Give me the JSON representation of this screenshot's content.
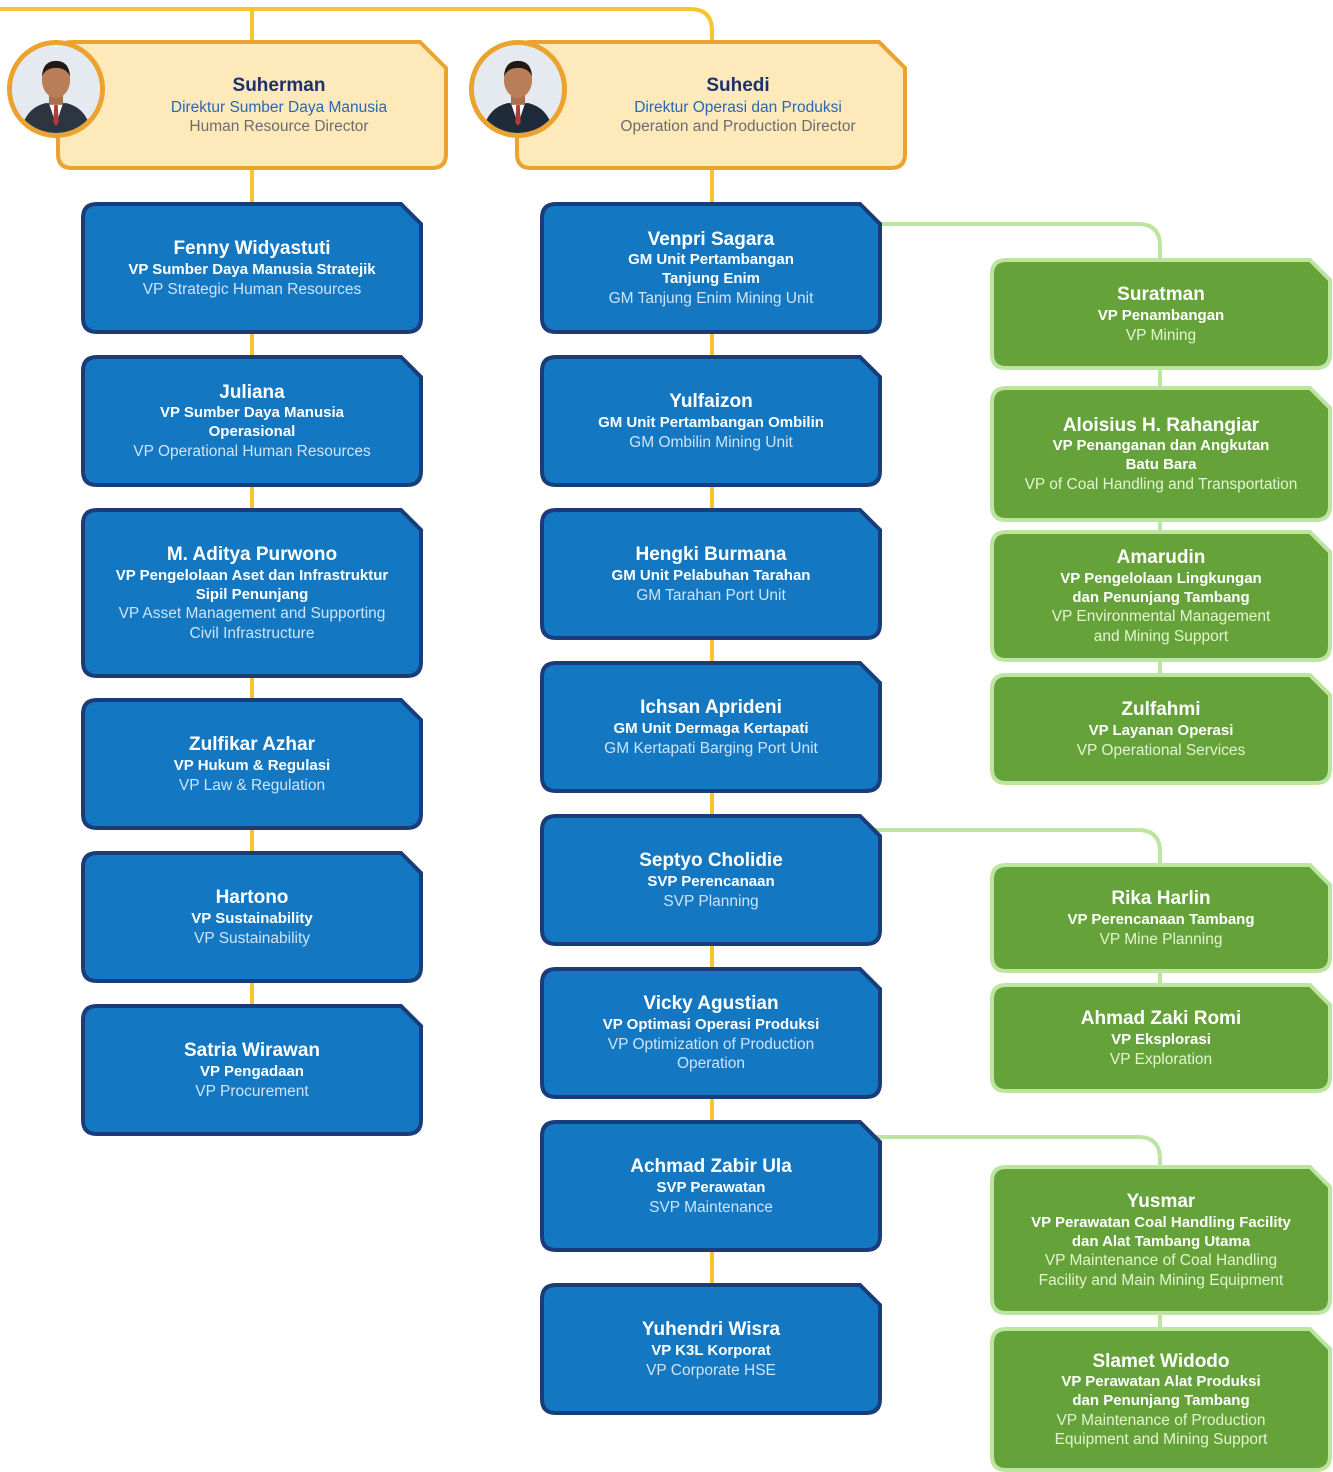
{
  "colors": {
    "connector_yellow": "#f7c62f",
    "connector_green": "#bde5a2",
    "director_fill": "#fde9b9",
    "director_border": "#eba22e",
    "blue_fill": "#1477c2",
    "blue_border": "#1a3c79",
    "green_fill": "#65a33a",
    "green_border": "#bde5a2"
  },
  "directors": [
    {
      "name": "Suherman",
      "title": "Direktur Sumber Daya Manusia",
      "title_en": "Human Resource Director",
      "icon": "person-photo"
    },
    {
      "name": "Suhedi",
      "title": "Direktur Operasi dan Produksi",
      "title_en": "Operation and Production Director",
      "icon": "person-photo"
    }
  ],
  "hr_column": [
    {
      "name": "Fenny Widyastuti",
      "title": [
        "VP Sumber Daya Manusia Stratejik"
      ],
      "title_en": [
        "VP Strategic Human Resources"
      ]
    },
    {
      "name": "Juliana",
      "title": [
        "VP Sumber Daya Manusia",
        "Operasional"
      ],
      "title_en": [
        "VP Operational Human Resources"
      ]
    },
    {
      "name": "M. Aditya Purwono",
      "title": [
        "VP Pengelolaan Aset dan Infrastruktur",
        "Sipil Penunjang"
      ],
      "title_en": [
        "VP Asset Management and Supporting",
        "Civil Infrastructure"
      ]
    },
    {
      "name": "Zulfikar Azhar",
      "title": [
        "VP Hukum & Regulasi"
      ],
      "title_en": [
        "VP Law & Regulation"
      ]
    },
    {
      "name": "Hartono",
      "title": [
        "VP Sustainability"
      ],
      "title_en": [
        "VP Sustainability"
      ]
    },
    {
      "name": "Satria Wirawan",
      "title": [
        "VP Pengadaan"
      ],
      "title_en": [
        "VP Procurement"
      ]
    }
  ],
  "ops_column": [
    {
      "name": "Venpri Sagara",
      "title": [
        "GM Unit Pertambangan",
        "Tanjung Enim"
      ],
      "title_en": [
        "GM Tanjung Enim Mining Unit"
      ]
    },
    {
      "name": "Yulfaizon",
      "title": [
        "GM Unit Pertambangan Ombilin"
      ],
      "title_en": [
        "GM Ombilin Mining Unit"
      ]
    },
    {
      "name": "Hengki Burmana",
      "title": [
        "GM Unit Pelabuhan Tarahan"
      ],
      "title_en": [
        "GM Tarahan Port Unit"
      ]
    },
    {
      "name": "Ichsan Aprideni",
      "title": [
        "GM Unit Dermaga Kertapati"
      ],
      "title_en": [
        "GM Kertapati Barging Port Unit"
      ]
    },
    {
      "name": "Septyo Cholidie",
      "title": [
        "SVP Perencanaan"
      ],
      "title_en": [
        "SVP Planning"
      ]
    },
    {
      "name": "Vicky Agustian",
      "title": [
        "VP Optimasi Operasi Produksi"
      ],
      "title_en": [
        "VP Optimization of Production",
        "Operation"
      ]
    },
    {
      "name": "Achmad Zabir Ula",
      "title": [
        "SVP Perawatan"
      ],
      "title_en": [
        "SVP Maintenance"
      ]
    },
    {
      "name": "Yuhendri Wisra",
      "title": [
        "VP K3L Korporat"
      ],
      "title_en": [
        "VP Corporate HSE"
      ]
    }
  ],
  "sub_column": [
    {
      "name": "Suratman",
      "title": [
        "VP Penambangan"
      ],
      "title_en": [
        "VP Mining"
      ]
    },
    {
      "name": "Aloisius H. Rahangiar",
      "title": [
        "VP Penanganan dan Angkutan",
        "Batu Bara"
      ],
      "title_en": [
        "VP of Coal Handling and Transportation"
      ]
    },
    {
      "name": "Amarudin",
      "title": [
        "VP Pengelolaan Lingkungan",
        "dan Penunjang Tambang"
      ],
      "title_en": [
        "VP Environmental Management",
        "and Mining Support"
      ]
    },
    {
      "name": "Zulfahmi",
      "title": [
        "VP Layanan Operasi"
      ],
      "title_en": [
        "VP Operational Services"
      ]
    },
    {
      "name": "Rika Harlin",
      "title": [
        "VP Perencanaan Tambang"
      ],
      "title_en": [
        "VP Mine Planning"
      ]
    },
    {
      "name": "Ahmad Zaki Romi",
      "title": [
        "VP Eksplorasi"
      ],
      "title_en": [
        "VP Exploration"
      ]
    },
    {
      "name": "Yusmar",
      "title": [
        "VP Perawatan Coal Handling Facility",
        "dan Alat Tambang Utama"
      ],
      "title_en": [
        "VP Maintenance of Coal Handling",
        "Facility and Main Mining Equipment"
      ]
    },
    {
      "name": "Slamet Widodo",
      "title": [
        "VP Perawatan Alat Produksi",
        "dan Penunjang Tambang"
      ],
      "title_en": [
        "VP Maintenance of Production",
        "Equipment and Mining Support"
      ]
    }
  ]
}
